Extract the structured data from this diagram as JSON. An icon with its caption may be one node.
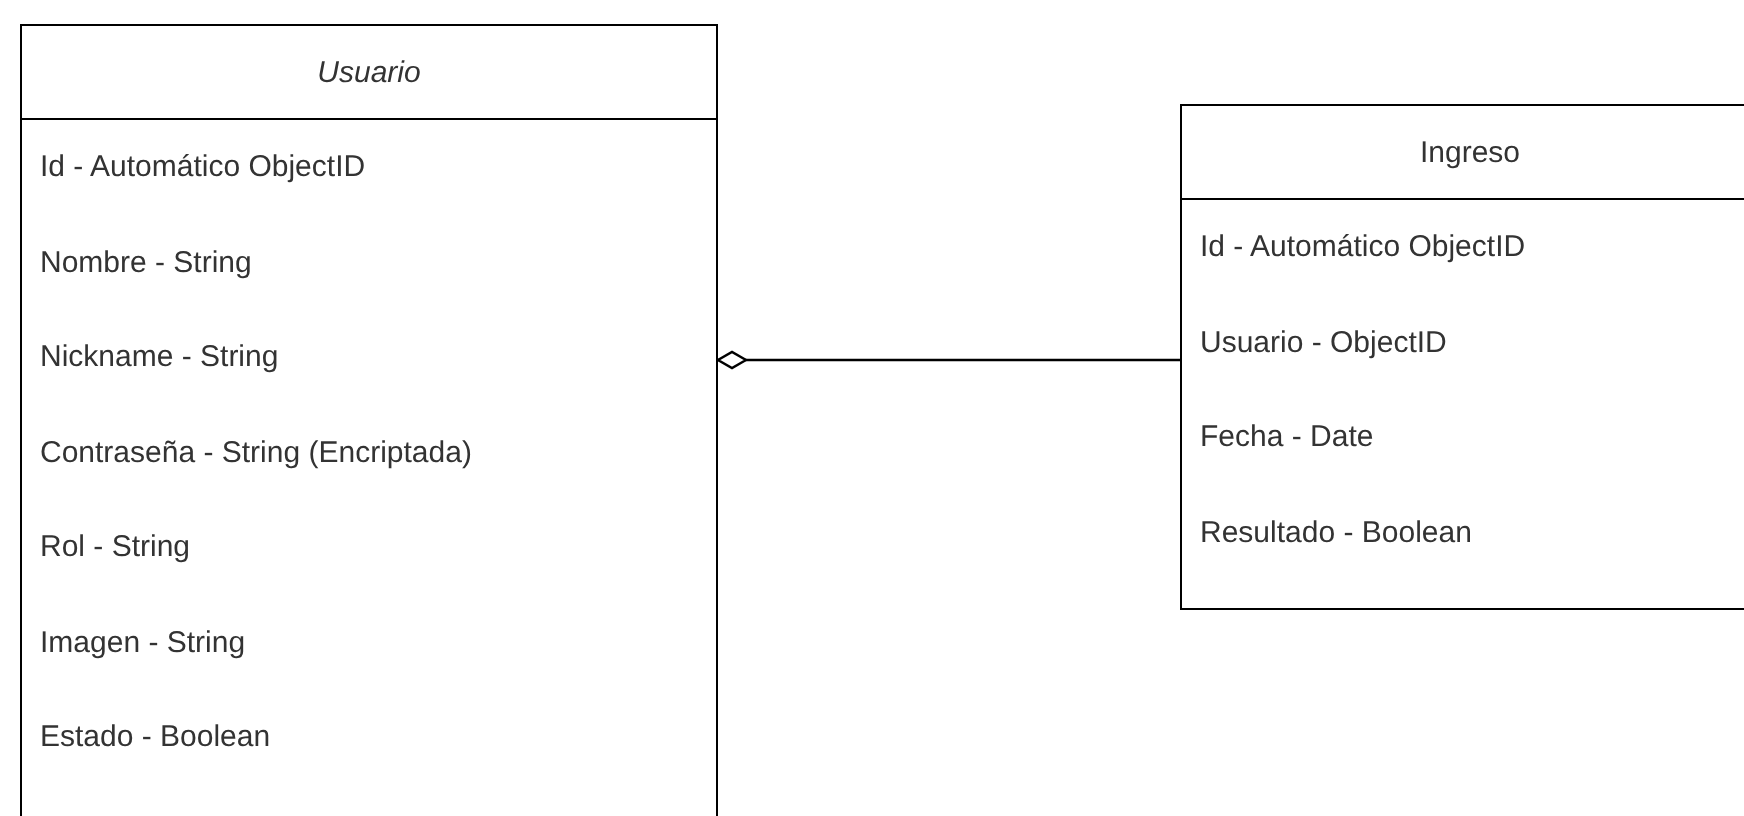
{
  "diagram": {
    "nodes": [
      {
        "text": [
          "Usuario",
          "Id - Automático ObjectID",
          "Nombre - String",
          "Nickname - String",
          "Contraseña - String (Encriptada)",
          "Rol - String",
          "Imagen - String",
          "Estado - Boolean"
        ]
      },
      {
        "text": [
          "Ingreso",
          "Id - Automático ObjectID",
          "Usuario - ObjectID",
          "Fecha - Date",
          "Resultado - Boolean"
        ]
      }
    ],
    "edges": [
      {
        "from": 1,
        "to": 0,
        "arrow": "other"
      }
    ]
  }
}
